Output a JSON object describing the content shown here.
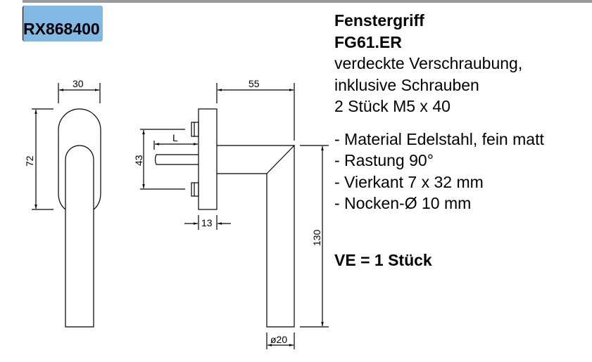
{
  "article_number": "RX868400",
  "title": "Fenstergriff",
  "model": "FG61.ER",
  "intro_lines": [
    "verdeckte Verschraubung,",
    "inklusive Schrauben",
    "2 Stück M5 x 40"
  ],
  "features": [
    "- Material Edelstahl, fein matt",
    "- Rastung 90°",
    "- Vierkant 7 x 32 mm",
    "- Nocken-Ø 10 mm"
  ],
  "packaging": "VE = 1 Stück",
  "dimensions": {
    "width": "30",
    "height": "72",
    "projection": "55",
    "screw_spacing": "43",
    "spindle_length": "L",
    "rose_depth": "13",
    "lever_length": "130",
    "lever_diameter": "ø20"
  },
  "colors": {
    "label_bg": "#82b8e4",
    "top_rule": "#9a9a9e"
  }
}
